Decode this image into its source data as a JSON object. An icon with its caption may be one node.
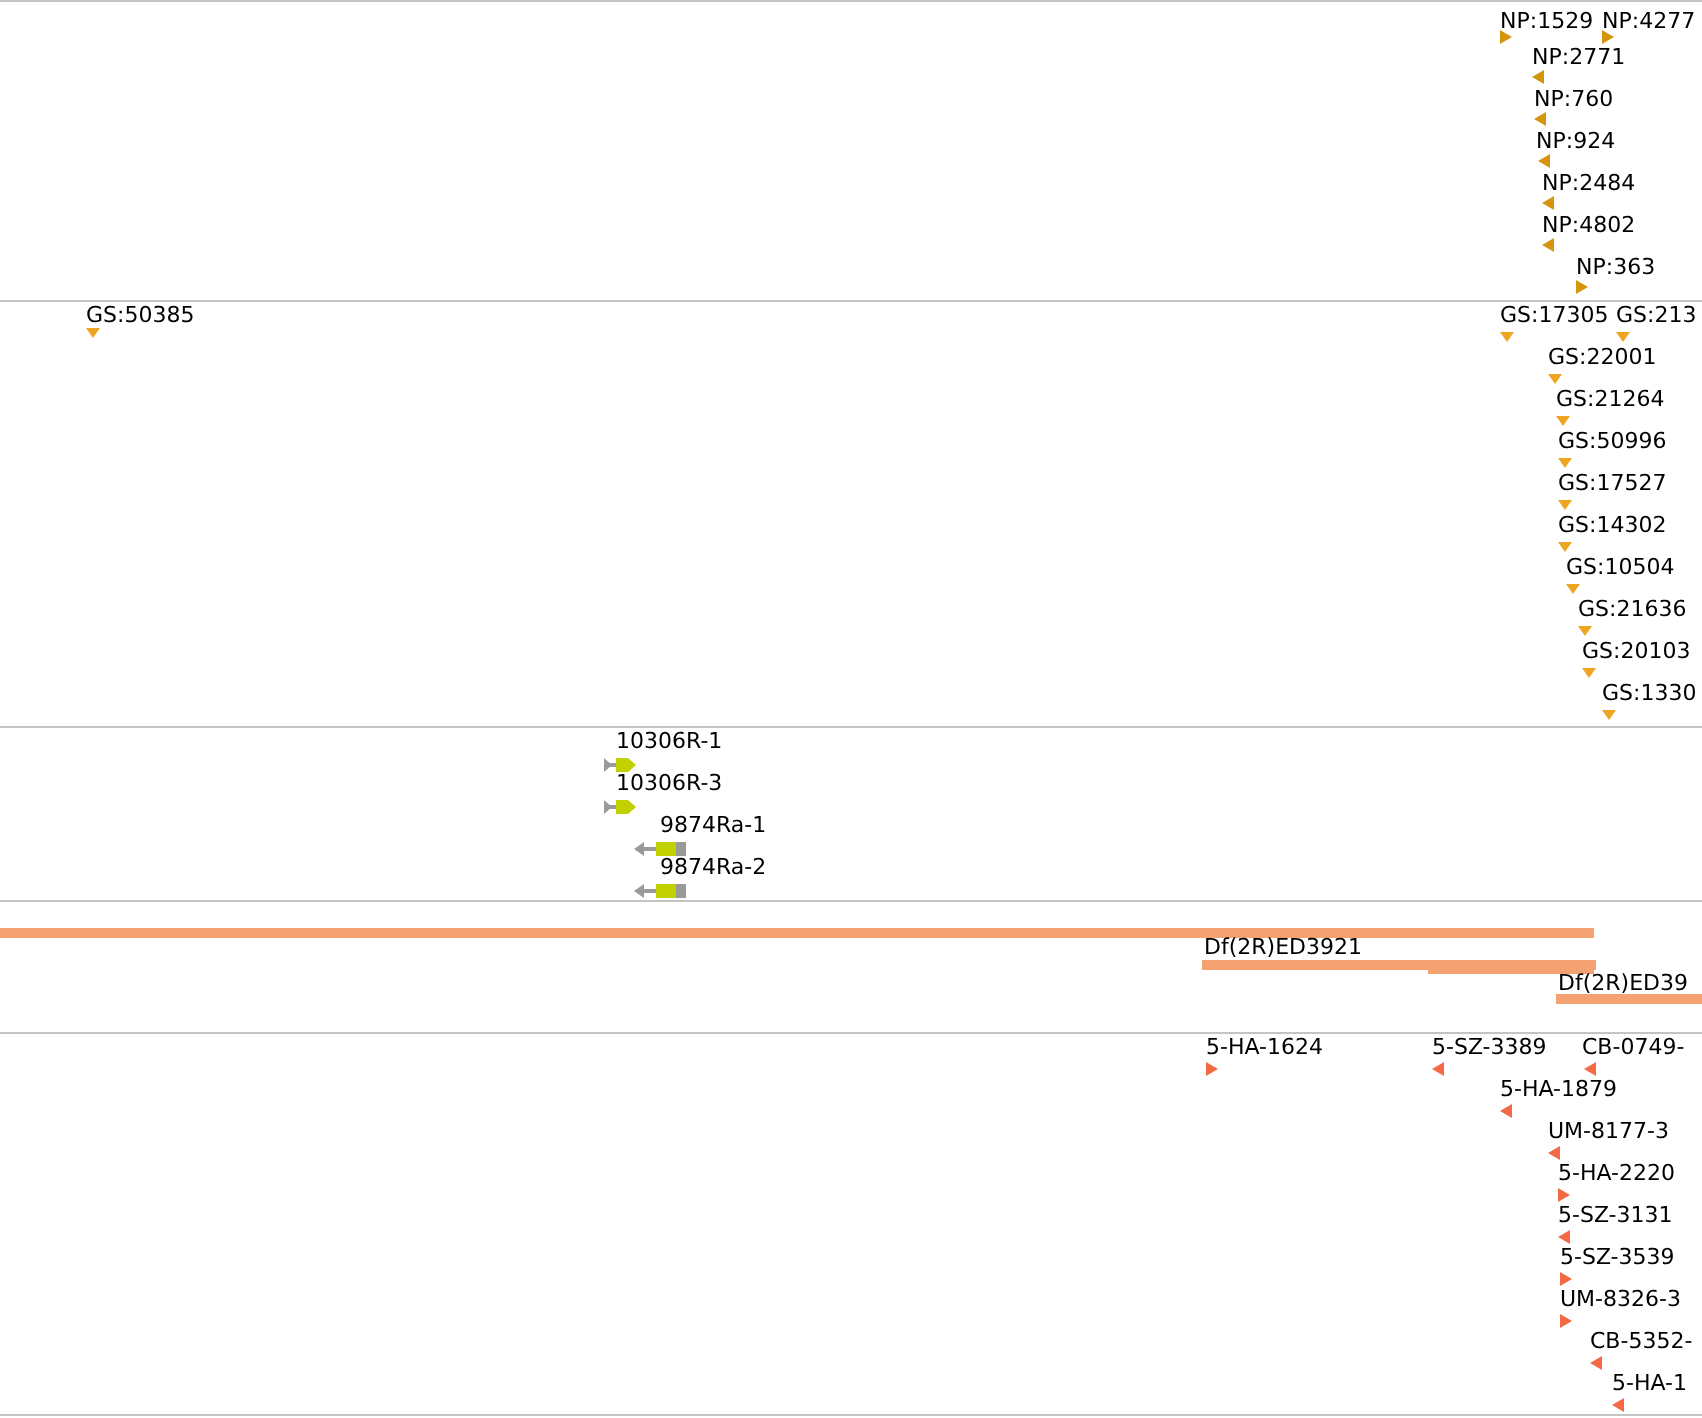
{
  "diagram": {
    "labels": [
      "NP:1529",
      "NP:4277",
      "NP:2771",
      "NP:760",
      "NP:924",
      "NP:2484",
      "NP:4802",
      "NP:363",
      "GS:50385",
      "GS:17305",
      "GS:213",
      "GS:22001",
      "GS:21264",
      "GS:50996",
      "GS:17527",
      "GS:14302",
      "GS:10504",
      "GS:21636",
      "GS:20103",
      "GS:1330",
      "10306R-1",
      "10306R-3",
      "9874Ra-1",
      "9874Ra-2",
      "Df(2R)ED3921",
      "Df(2R)ED39",
      "5-HA-1624",
      "5-SZ-3389",
      "CB-0749-",
      "5-HA-1879",
      "UM-8177-3",
      "5-HA-2220",
      "5-SZ-3131",
      "5-SZ-3539",
      "UM-8326-3",
      "CB-5352-",
      "5-HA-1"
    ]
  }
}
